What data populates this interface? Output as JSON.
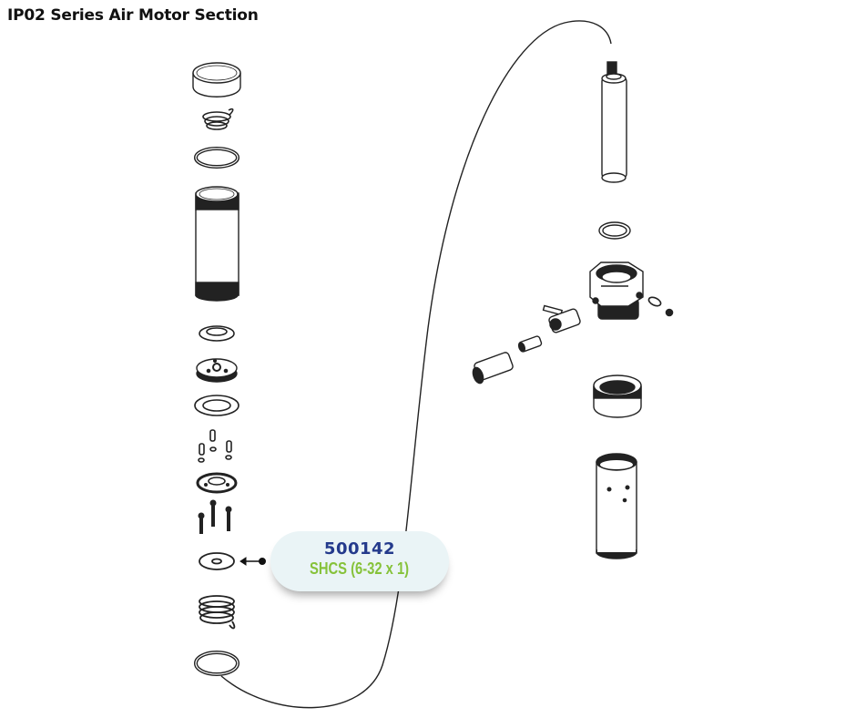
{
  "header": {
    "title": "IP02 Series Air Motor Section"
  },
  "callout": {
    "part_number": "500142",
    "description": "SHCS (6-32 x 1)",
    "colors": {
      "part_number": "#243a8c",
      "description": "#86c23a",
      "background": "#eaf4f6"
    }
  },
  "parts": {
    "left_stack": [
      "end-cap",
      "coil-spring-small",
      "o-ring",
      "cylinder-tube",
      "retainer",
      "piston",
      "seal-ring",
      "pins-and-washers",
      "valve-plate",
      "cap-screws",
      "washer",
      "coil-spring",
      "o-ring-bottom"
    ],
    "right_stack": [
      "rod-cylinder",
      "o-ring-small",
      "hex-body-fitting",
      "ball-valve",
      "nipple",
      "quick-coupler",
      "elbow-fitting",
      "plug",
      "gland-ring",
      "sleeve-tube"
    ]
  },
  "icons": {
    "leader_arrow": "arrow-left-with-dot-icon"
  }
}
